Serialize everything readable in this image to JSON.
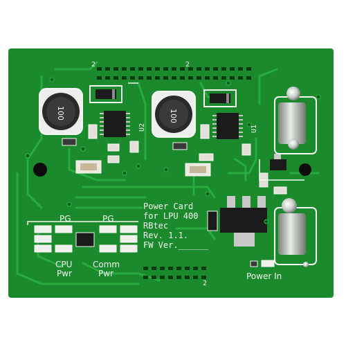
{
  "board": {
    "colors": {
      "background": "#ffffff",
      "solder_mask": "#1a8a2c",
      "trace": "#24a63b",
      "silkscreen": "#f4f7f2",
      "ic_black": "#1b1b1b",
      "inductor_metal": "#9aa09a"
    },
    "title_block": {
      "line1": "Power Card",
      "line2": "for LPU 400",
      "line3": "RBtec",
      "line4": "Rev. 1.1.",
      "line5": "FW Ver.______"
    },
    "labels": {
      "pg_left": "PG",
      "pg_right": "PG",
      "cpu_pwr_1": "CPU",
      "cpu_pwr_2": "Pwr",
      "comm_pwr_1": "Comm",
      "comm_pwr_2": "Pwr",
      "power_in": "Power In",
      "u2": "U2",
      "u1": "U1",
      "pin_2_left": "2",
      "pin_2_right": "2",
      "pin_2_bottom": "2",
      "inductor_left_marking": "100",
      "inductor_right_marking": "100"
    }
  }
}
